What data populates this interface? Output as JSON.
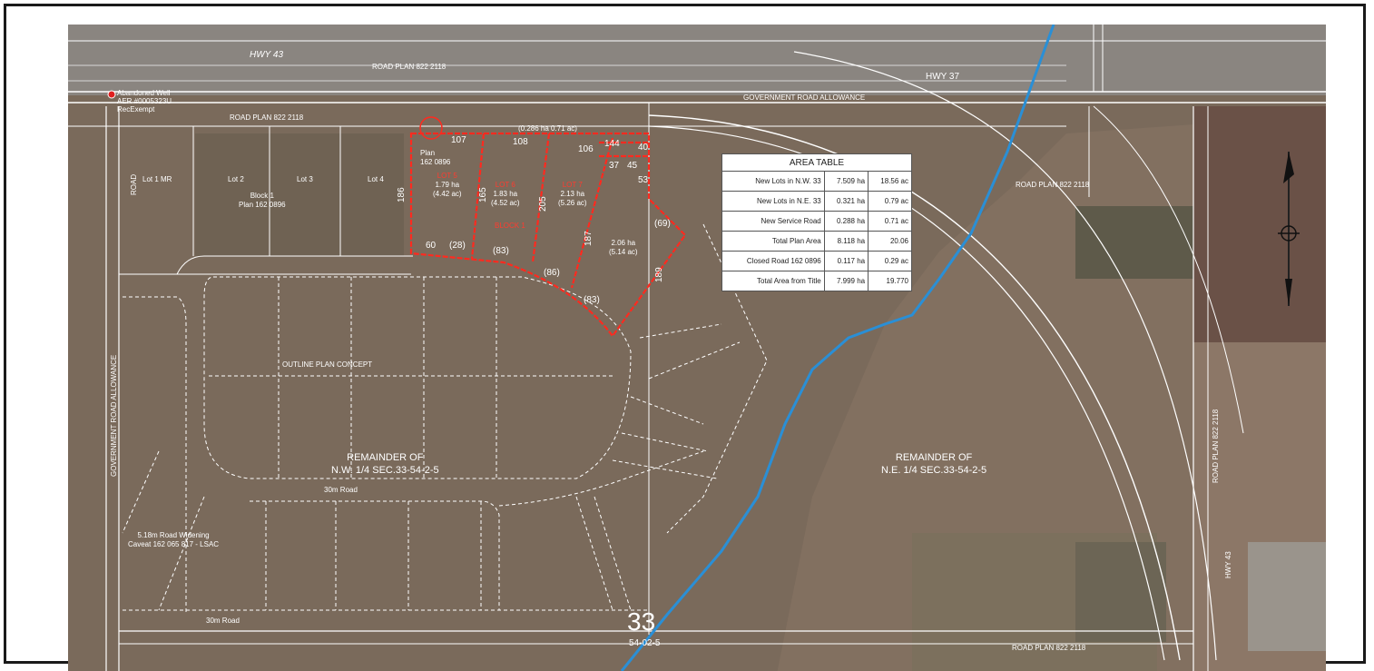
{
  "map": {
    "roads": {
      "hwy43_top": "HWY 43",
      "road_plan_top": "ROAD PLAN 822 2118",
      "hwy37": "HWY 37",
      "gov_road_allowance_top": "GOVERNMENT ROAD ALLOWANCE",
      "road_plan_left": "ROAD PLAN 822 2118",
      "road_vertical": "ROAD",
      "road_plan_right_mid": "ROAD PLAN 822 2118",
      "gov_road_allowance_left": "GOVERNMENT ROAD ALLOWANCE",
      "road_plan_right_vertical": "ROAD PLAN 822 2118",
      "hwy43_right": "HWY 43",
      "road_plan_bottom": "ROAD PLAN 822 2118",
      "road_30m_1": "30m Road",
      "road_30m_2": "30m Road"
    },
    "well": {
      "line1": "Abandoned Well",
      "line2": "AER #0005323U",
      "line3": "RecExempt"
    },
    "lots": {
      "lot1mr": "Lot 1 MR",
      "lot2": "Lot 2",
      "lot3": "Lot 3",
      "lot4": "Lot 4",
      "block1_line1": "Block 1",
      "block1_line2": "Plan 162 0896"
    },
    "plan": {
      "line1": "Plan",
      "line2": "162 0896"
    },
    "new_lots": {
      "lot5_name": "LOT 5",
      "lot5_ha": "1.79 ha",
      "lot5_ac": "(4.42 ac)",
      "lot6_name": "LOT 6",
      "lot6_ha": "1.83 ha",
      "lot6_ac": "(4.52 ac)",
      "lot7_name": "LOT 7",
      "lot7_ha": "2.13 ha",
      "lot7_ac": "(5.26 ac)",
      "lot8_ha": "2.06 ha",
      "lot8_ac": "(5.14 ac)",
      "block": "BLOCK 1"
    },
    "service_road": {
      "area": "(0.286 ha 0.71 ac)"
    },
    "dimensions": {
      "d107": "107",
      "d108": "108",
      "d106": "106",
      "d144": "144",
      "d40": "40",
      "d37": "37",
      "d45": "45",
      "d53": "53",
      "d186": "186",
      "d165": "165",
      "d205": "205",
      "d187": "187",
      "d69": "(69)",
      "d60": "60",
      "d28": "(28)",
      "d83a": "(83)",
      "d86": "(86)",
      "d83b": "(83)",
      "d189": "189"
    },
    "concept": {
      "outline": "OUTLINE PLAN CONCEPT",
      "rem_nw_1": "REMAINDER OF",
      "rem_nw_2": "N.W. 1/4 SEC.33-54-2-5",
      "rem_ne_1": "REMAINDER OF",
      "rem_ne_2": "N.E. 1/4 SEC.33-54-2-5",
      "widening_1": "5.18m Road Widening",
      "widening_2": "Caveat 162 065 817 - LSAC",
      "section": "33",
      "section_sub": "54-02-5"
    },
    "colors": {
      "field": "#7d6d5e",
      "parcel": "#ff2a1f",
      "creek": "#2a8fd6",
      "lines": "#ffffff"
    },
    "icons": {
      "north_arrow": "north-arrow-icon",
      "well": "well-marker-icon"
    }
  },
  "area_table": {
    "title": "AREA TABLE",
    "rows": [
      {
        "label": "New Lots in N.W. 33",
        "ha": "7.509 ha",
        "ac": "18.56 ac"
      },
      {
        "label": "New Lots in N.E. 33",
        "ha": "0.321 ha",
        "ac": "0.79 ac"
      },
      {
        "label": "New Service Road",
        "ha": "0.288 ha",
        "ac": "0.71 ac"
      },
      {
        "label": "Total Plan Area",
        "ha": "8.118 ha",
        "ac": "20.06"
      },
      {
        "label": "Closed Road 162 0896",
        "ha": "0.117 ha",
        "ac": "0.29 ac"
      },
      {
        "label": "Total Area from Title",
        "ha": "7.999 ha",
        "ac": "19.770"
      }
    ]
  }
}
